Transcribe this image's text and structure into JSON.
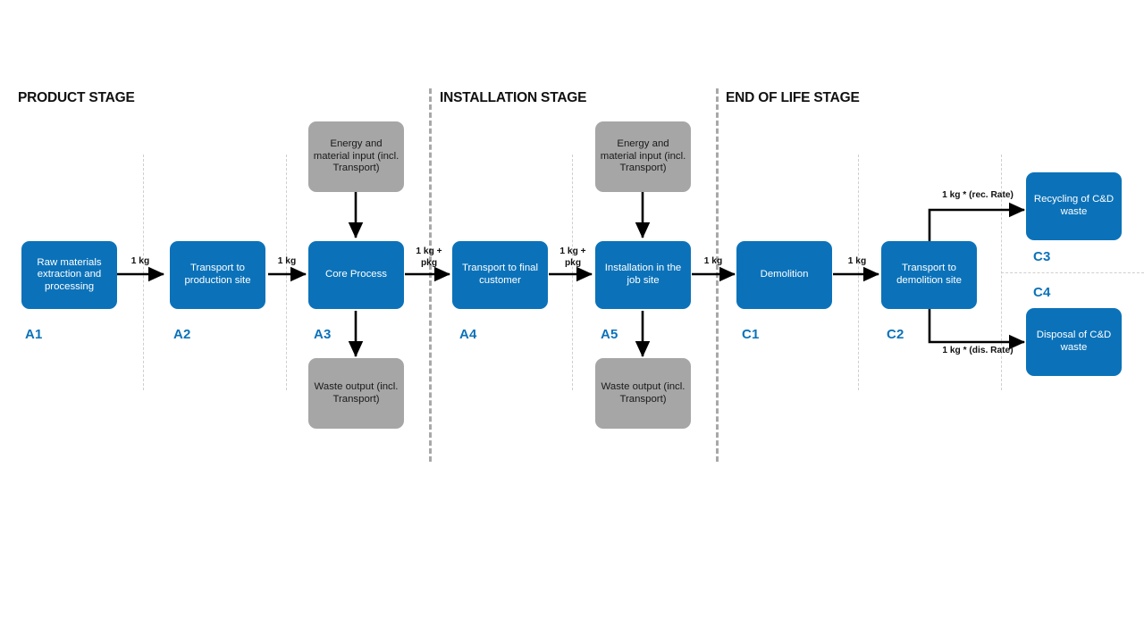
{
  "diagram": {
    "title_stages": [
      {
        "id": "product",
        "label": "PRODUCT STAGE"
      },
      {
        "id": "installation",
        "label": "INSTALLATION STAGE"
      },
      {
        "id": "endoflife",
        "label": "END OF LIFE STAGE"
      }
    ],
    "colors": {
      "process_blue": "#0b72b9",
      "auxiliary_gray": "#a6a6a6",
      "code_blue": "#0b72b9",
      "separator_gray": "#a8a8a8",
      "light_separator": "#cfcfcf",
      "arrow_black": "#000000",
      "background": "#ffffff"
    },
    "process_boxes": [
      {
        "id": "a1",
        "code": "A1",
        "label": "Raw materials extraction and processing",
        "kind": "process"
      },
      {
        "id": "a2",
        "code": "A2",
        "label": "Transport to production site",
        "kind": "process"
      },
      {
        "id": "a3",
        "code": "A3",
        "label": "Core Process",
        "kind": "process"
      },
      {
        "id": "a4",
        "code": "A4",
        "label": "Transport to final customer",
        "kind": "process"
      },
      {
        "id": "a5",
        "code": "A5",
        "label": "Installation in the job site",
        "kind": "process"
      },
      {
        "id": "c1",
        "code": "C1",
        "label": "Demolition",
        "kind": "process"
      },
      {
        "id": "c2",
        "code": "C2",
        "label": "Transport to demolition site",
        "kind": "process"
      },
      {
        "id": "c3",
        "code": "C3",
        "label": "Recycling of C&D waste",
        "kind": "process"
      },
      {
        "id": "c4",
        "code": "C4",
        "label": "Disposal of C&D waste",
        "kind": "process"
      }
    ],
    "auxiliary_boxes": [
      {
        "id": "energy_a3",
        "label": "Energy and material input (incl. Transport)",
        "kind": "input"
      },
      {
        "id": "waste_a3",
        "label": "Waste output (incl. Transport)",
        "kind": "output"
      },
      {
        "id": "energy_a5",
        "label": "Energy and material input (incl. Transport)",
        "kind": "input"
      },
      {
        "id": "waste_a5",
        "label": "Waste output (incl. Transport)",
        "kind": "output"
      }
    ],
    "flow_labels": [
      {
        "id": "a1_a2",
        "text": "1 kg"
      },
      {
        "id": "a2_a3",
        "text": "1 kg"
      },
      {
        "id": "a3_a4",
        "text": "1 kg +\npkg"
      },
      {
        "id": "a4_a5",
        "text": "1 kg +\npkg"
      },
      {
        "id": "a5_c1",
        "text": "1 kg"
      },
      {
        "id": "c1_c2",
        "text": "1 kg"
      },
      {
        "id": "c2_c3",
        "text": "1 kg * (rec. Rate)"
      },
      {
        "id": "c2_c4",
        "text": "1 kg * (dis. Rate)"
      }
    ]
  }
}
